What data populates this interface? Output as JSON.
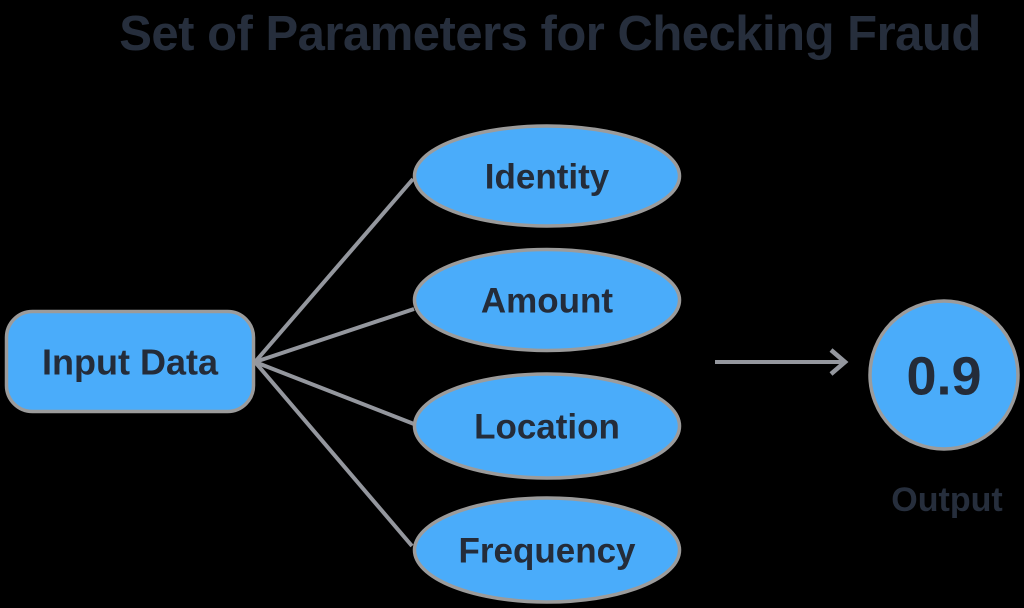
{
  "title": "Set of Parameters for Checking Fraud",
  "diagram": {
    "input_node": {
      "label": "Input Data"
    },
    "parameters": [
      {
        "label": "Identity"
      },
      {
        "label": "Amount"
      },
      {
        "label": "Location"
      },
      {
        "label": "Frequency"
      }
    ],
    "output_node": {
      "value": "0.9",
      "label": "Output"
    },
    "colors": {
      "background": "#000000",
      "node_fill": "#4aacfa",
      "node_border": "#9b9b9b",
      "connector": "#94979e",
      "node_text": "#242c39",
      "heading_text": "#262e3c"
    }
  }
}
